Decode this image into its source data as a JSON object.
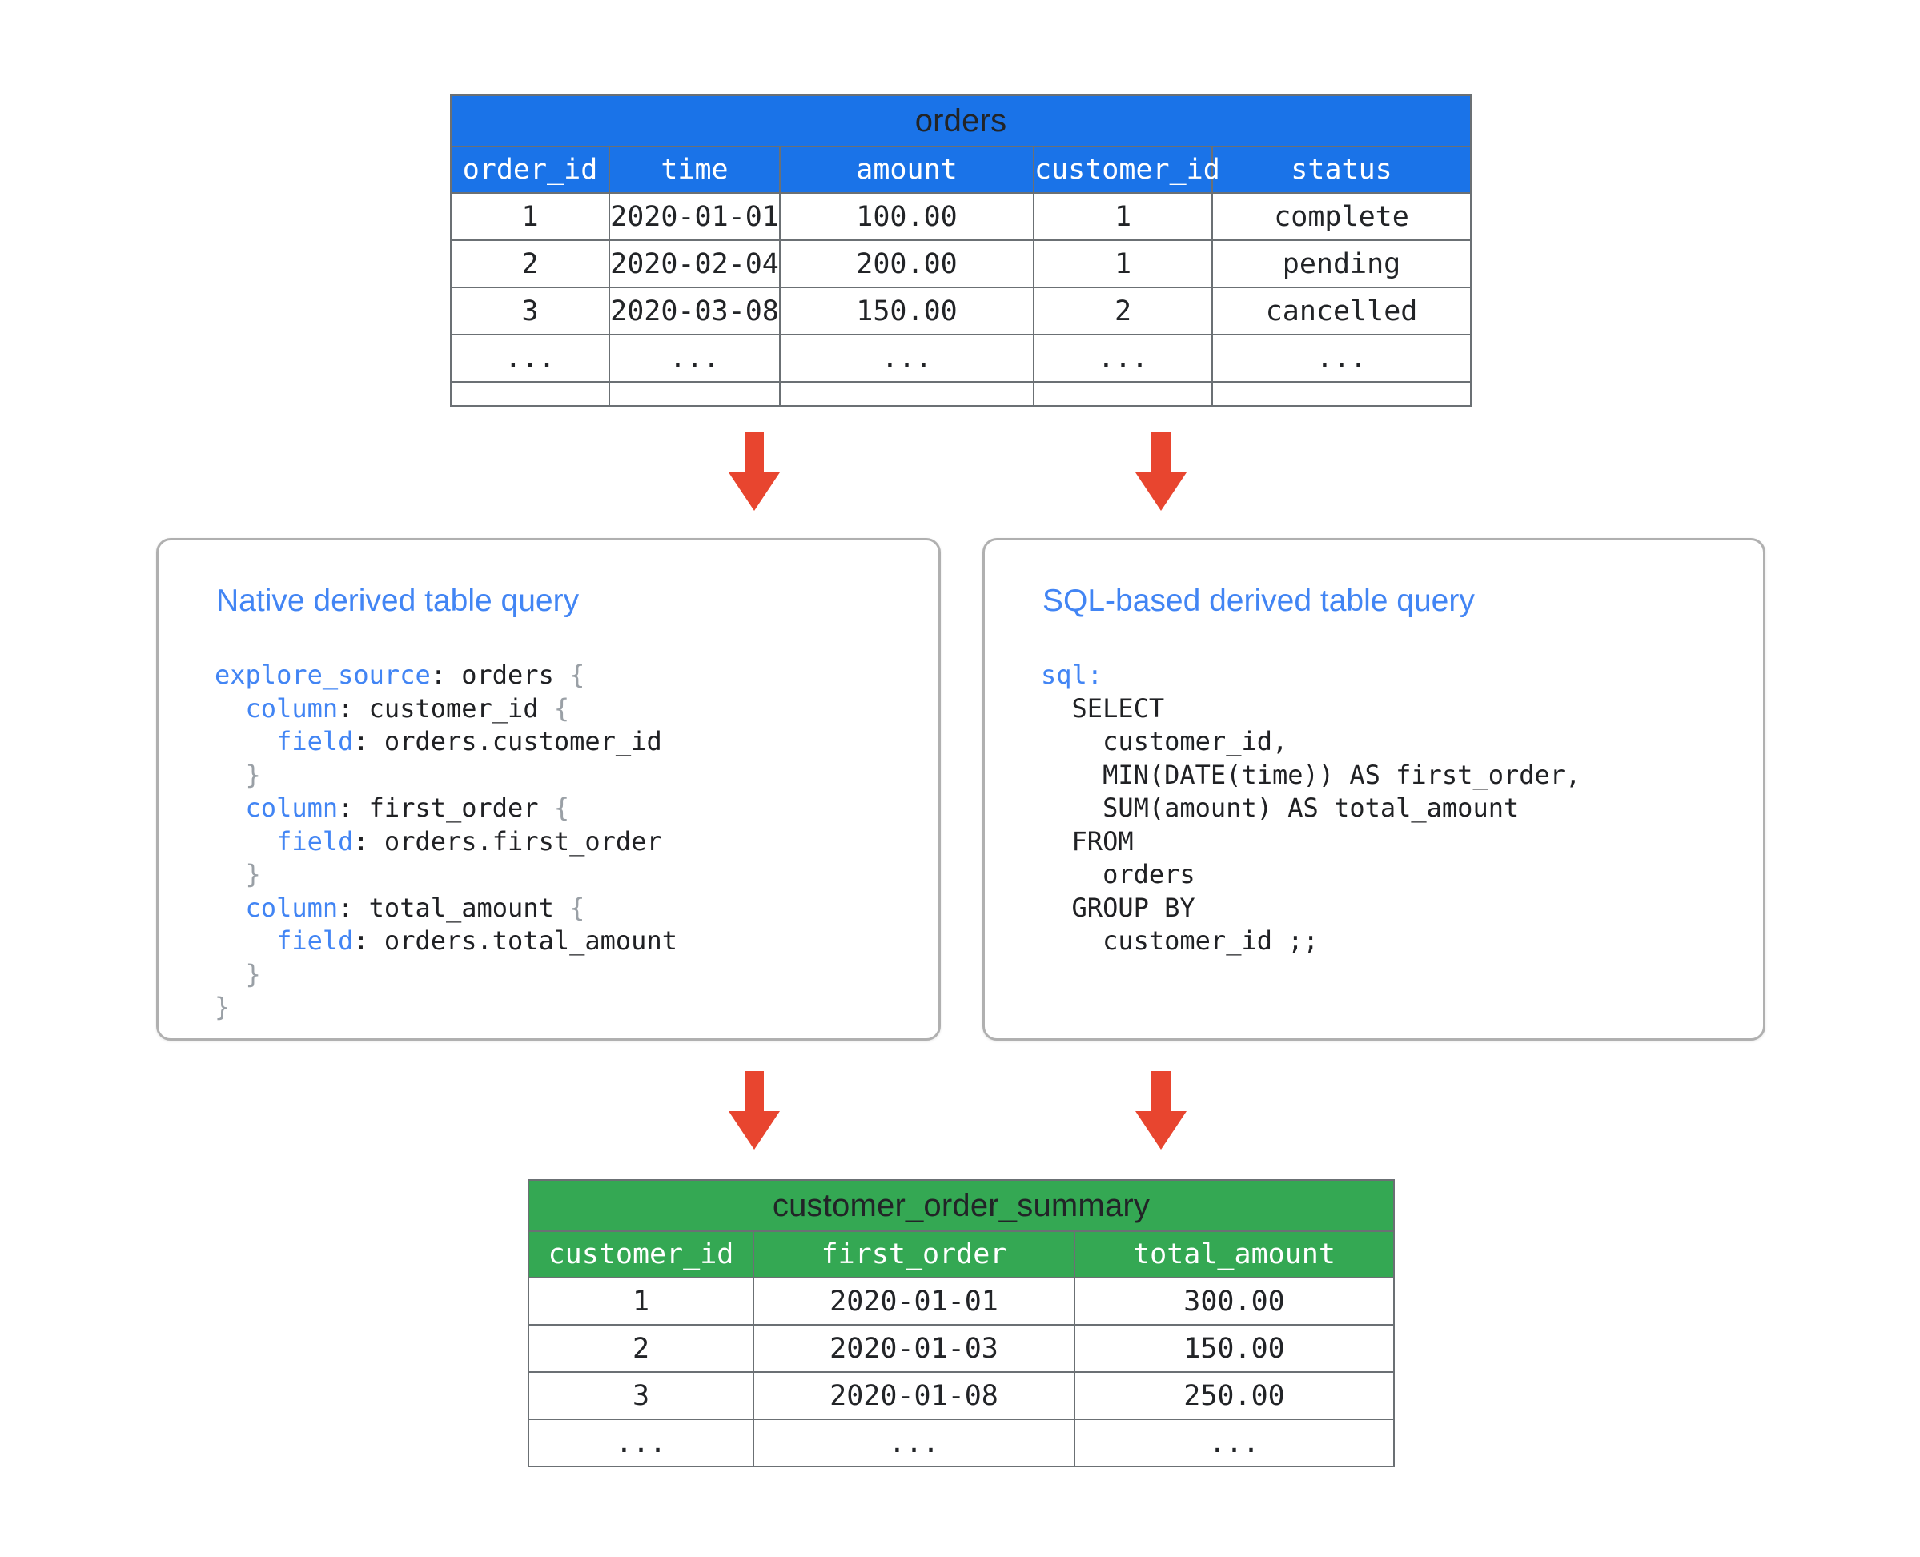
{
  "colors": {
    "source_table_header": "#1a73e8",
    "result_table_header": "#34a853",
    "arrow": "#e8452f",
    "card_title": "#4285f4",
    "keyword": "#4285f4"
  },
  "source_table": {
    "title": "orders",
    "columns": [
      "order_id",
      "time",
      "amount",
      "customer_id",
      "status"
    ],
    "rows": [
      [
        "1",
        "2020-01-01",
        "100.00",
        "1",
        "complete"
      ],
      [
        "2",
        "2020-02-04",
        "200.00",
        "1",
        "pending"
      ],
      [
        "3",
        "2020-03-08",
        "150.00",
        "2",
        "cancelled"
      ],
      [
        "...",
        "...",
        "...",
        "...",
        "..."
      ]
    ]
  },
  "result_table": {
    "title": "customer_order_summary",
    "columns": [
      "customer_id",
      "first_order",
      "total_amount"
    ],
    "rows": [
      [
        "1",
        "2020-01-01",
        "300.00"
      ],
      [
        "2",
        "2020-01-03",
        "150.00"
      ],
      [
        "3",
        "2020-01-08",
        "250.00"
      ],
      [
        "...",
        "...",
        "..."
      ]
    ]
  },
  "cards": [
    {
      "id": "native",
      "title": "Native derived table query",
      "code_lines": [
        [
          {
            "t": "explore_source",
            "c": "kw"
          },
          {
            "t": ": orders ",
            "c": ""
          },
          {
            "t": "{",
            "c": "brc"
          }
        ],
        [
          {
            "t": "  ",
            "c": ""
          },
          {
            "t": "column",
            "c": "kw"
          },
          {
            "t": ": customer_id ",
            "c": ""
          },
          {
            "t": "{",
            "c": "brc"
          }
        ],
        [
          {
            "t": "    ",
            "c": ""
          },
          {
            "t": "field",
            "c": "kw"
          },
          {
            "t": ": orders.customer_id",
            "c": ""
          }
        ],
        [
          {
            "t": "  ",
            "c": ""
          },
          {
            "t": "}",
            "c": "brc"
          }
        ],
        [
          {
            "t": "  ",
            "c": ""
          },
          {
            "t": "column",
            "c": "kw"
          },
          {
            "t": ": first_order ",
            "c": ""
          },
          {
            "t": "{",
            "c": "brc"
          }
        ],
        [
          {
            "t": "    ",
            "c": ""
          },
          {
            "t": "field",
            "c": "kw"
          },
          {
            "t": ": orders.first_order",
            "c": ""
          }
        ],
        [
          {
            "t": "  ",
            "c": ""
          },
          {
            "t": "}",
            "c": "brc"
          }
        ],
        [
          {
            "t": "  ",
            "c": ""
          },
          {
            "t": "column",
            "c": "kw"
          },
          {
            "t": ": total_amount ",
            "c": ""
          },
          {
            "t": "{",
            "c": "brc"
          }
        ],
        [
          {
            "t": "    ",
            "c": ""
          },
          {
            "t": "field",
            "c": "kw"
          },
          {
            "t": ": orders.total_amount",
            "c": ""
          }
        ],
        [
          {
            "t": "  ",
            "c": ""
          },
          {
            "t": "}",
            "c": "brc"
          }
        ],
        [
          {
            "t": "}",
            "c": "brc"
          }
        ]
      ]
    },
    {
      "id": "sql",
      "title": "SQL-based derived table query",
      "code_lines": [
        [
          {
            "t": "sql",
            "c": "kw"
          },
          {
            "t": ":",
            "c": "kw"
          }
        ],
        [
          {
            "t": "  SELECT",
            "c": ""
          }
        ],
        [
          {
            "t": "    customer_id,",
            "c": ""
          }
        ],
        [
          {
            "t": "    MIN(DATE(time)) AS first_order,",
            "c": ""
          }
        ],
        [
          {
            "t": "    SUM(amount) AS total_amount",
            "c": ""
          }
        ],
        [
          {
            "t": "  FROM",
            "c": ""
          }
        ],
        [
          {
            "t": "    orders",
            "c": ""
          }
        ],
        [
          {
            "t": "  GROUP BY",
            "c": ""
          }
        ],
        [
          {
            "t": "    customer_id ;;",
            "c": ""
          }
        ]
      ]
    }
  ],
  "arrows": [
    {
      "name": "orders-to-native",
      "from": "orders",
      "to": "native-derived-table-query"
    },
    {
      "name": "orders-to-sql",
      "from": "orders",
      "to": "sql-based-derived-table-query"
    },
    {
      "name": "native-to-summary",
      "from": "native-derived-table-query",
      "to": "customer_order_summary"
    },
    {
      "name": "sql-to-summary",
      "from": "sql-based-derived-table-query",
      "to": "customer_order_summary"
    }
  ]
}
